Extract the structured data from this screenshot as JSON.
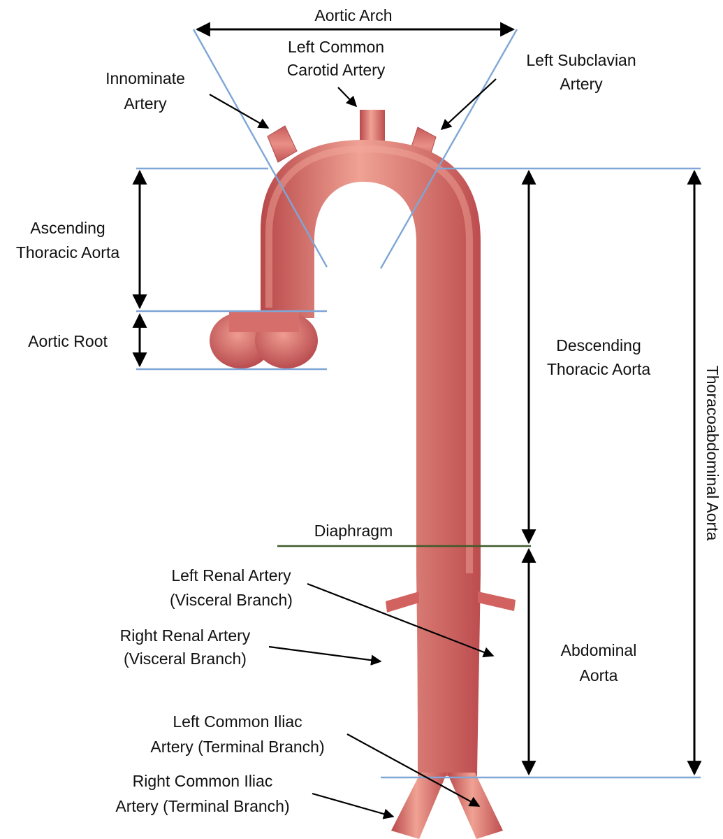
{
  "labels": {
    "aortic_arch": "Aortic Arch",
    "left_common_carotid": [
      "Left Common",
      "Carotid Artery"
    ],
    "innominate": [
      "Innominate",
      "Artery"
    ],
    "left_subclavian": [
      "Left Subclavian",
      "Artery"
    ],
    "ascending": [
      "Ascending",
      "Thoracic Aorta"
    ],
    "aortic_root": "Aortic Root",
    "descending": [
      "Descending",
      "Thoracic Aorta"
    ],
    "thoracoabdominal": "Thoracoabdominal Aorta",
    "diaphragm": "Diaphragm",
    "left_renal": [
      "Left Renal Artery",
      "(Visceral Branch)"
    ],
    "right_renal": [
      "Right Renal Artery",
      "(Visceral Branch)"
    ],
    "abdominal": [
      "Abdominal",
      "Aorta"
    ],
    "left_iliac": [
      "Left Common Iliac",
      "Artery (Terminal Branch)"
    ],
    "right_iliac": [
      "Right Common Iliac",
      "Artery (Terminal Branch)"
    ]
  },
  "colors": {
    "vessel_mid": "#e07d78",
    "vessel_edge": "#b8484a",
    "vessel_light": "#f0a294",
    "region_line": "#7fa6d6",
    "diaphragm_line": "#3f5a2a"
  }
}
